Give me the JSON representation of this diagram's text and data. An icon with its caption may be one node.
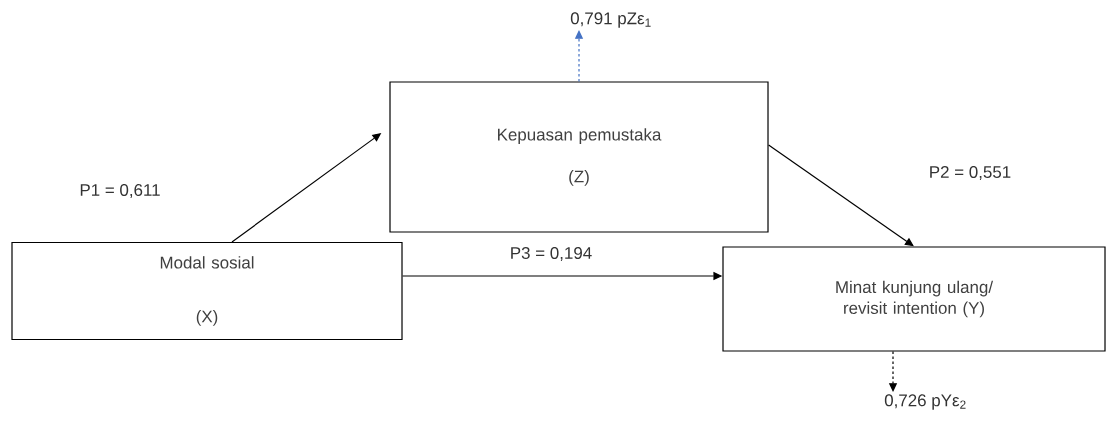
{
  "diagram": {
    "nodes": [
      {
        "text": [
          "Kepuasan pemustaka",
          "(Z)"
        ]
      },
      {
        "text": [
          "Modal sosial",
          "(X)"
        ]
      },
      {
        "text": [
          "Minat kunjung ulang/ revisit intention (Y)"
        ]
      },
      {
        "text": [
          "0,791 pZε$_{1}$"
        ]
      },
      {
        "text": [
          "0,726 pYε$_{2}$"
        ]
      }
    ],
    "edges": [
      {
        "from": 1,
        "to": 0,
        "arrow": "to",
        "label": "P1 = 0,611"
      },
      {
        "from": 0,
        "to": 2,
        "arrow": "to",
        "label": "P2 = 0,551"
      },
      {
        "from": 1,
        "to": 2,
        "arrow": "to",
        "label": "P3 = 0,194"
      },
      {
        "from": 0,
        "to": 3,
        "arrow": "to",
        "style": "dashed",
        "color": "#4472c4"
      },
      {
        "from": 2,
        "to": 4,
        "arrow": "to",
        "style": "dashed"
      }
    ]
  }
}
